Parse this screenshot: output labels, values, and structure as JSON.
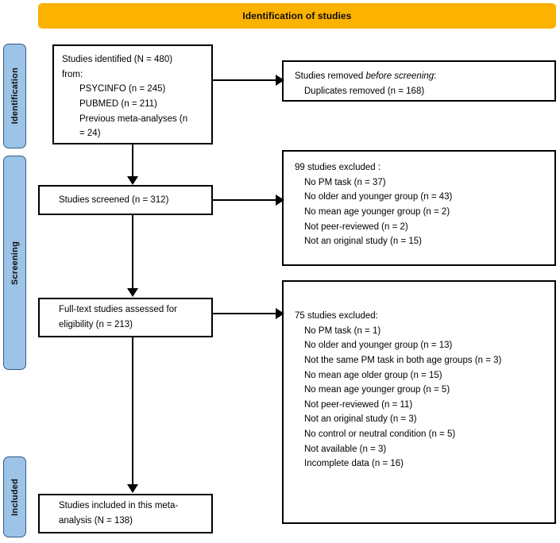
{
  "header": {
    "title": "Identification of studies",
    "color": "#FBB200"
  },
  "stages": {
    "identification": "Identification",
    "screening": "Screening",
    "included": "Included",
    "color": "#9DC3E6",
    "border_color": "#2E5C8A"
  },
  "flow": {
    "identified": {
      "lines": [
        "Studies identified (N = 480)",
        "from:"
      ],
      "sources": [
        "PSYCINFO (n = 245)",
        "PUBMED (n = 211)",
        "Previous meta-analyses (n",
        "= 24)"
      ]
    },
    "screened": {
      "label": "Studies screened (n = 312)"
    },
    "fulltext": {
      "line1": "Full-text studies assessed for",
      "line2": "eligibility (n = 213)"
    },
    "included": {
      "line1": "Studies included in this meta-",
      "line2": "analysis (N = 138)"
    }
  },
  "removed_before_screening": {
    "heading_prefix": "Studies removed ",
    "heading_italic": "before screening",
    "heading_suffix": ":",
    "items": [
      "Duplicates removed  (n = 168)"
    ]
  },
  "excluded_screening": {
    "heading": "99 studies excluded :",
    "items": [
      "No PM task (n = 37)",
      "No older and younger group (n = 43)",
      "No mean age younger group (n = 2)",
      "Not peer-reviewed (n = 2)",
      "Not an original study (n = 15)"
    ]
  },
  "excluded_eligibility": {
    "heading": "75 studies excluded:",
    "items": [
      "No PM task (n = 1)",
      "No older and younger group (n = 13)",
      "Not the same PM task in both age groups (n = 3)",
      "No mean age older group (n = 15)",
      "No mean age younger group (n = 5)",
      "Not peer-reviewed (n = 11)",
      "Not an original study (n = 3)",
      "No control or neutral condition (n = 5)",
      "Not available (n = 3)",
      "Incomplete data (n = 16)"
    ]
  }
}
